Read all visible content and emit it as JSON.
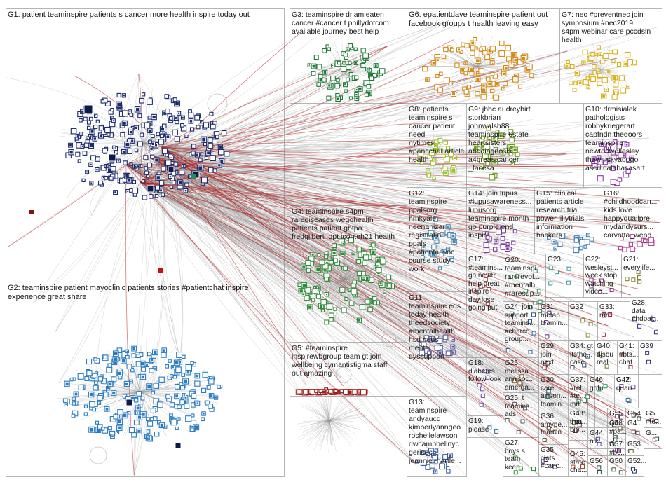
{
  "groups": [
    {
      "id": "G1",
      "label": "G1: patient teaminspire patients s cancer more health inspire today out",
      "color": "#1b2a6b"
    },
    {
      "id": "G2",
      "label": "G2: teaminspire patient mayoclinic patients stories #patientchat inspire\nexperience great share",
      "color": "#2b7bc0"
    },
    {
      "id": "G3",
      "label": "G3: teaminspire drjamieaten\ncancer #cancer t phillydotcom\navailable journey best help",
      "color": "#1f7a3a"
    },
    {
      "id": "G4",
      "label": "G4: teaminspire s4pm\nrarediseases wegohealth\npatients patient gbtpo\nfredgilbert_dpt iconteh21 health",
      "color": "#2e8b3a"
    },
    {
      "id": "G5",
      "label": "G5: #teaminspire\ninspirewbgroup team gt join\nwellbeing cymantistigma staff\nout amazing",
      "color": "#a01c1c"
    },
    {
      "id": "G6",
      "label": "G6: epatientdave teaminspire patient out\nfacebook groups t health leaving easy",
      "color": "#d08a1a"
    },
    {
      "id": "G7",
      "label": "G7: nec #preventnec join\nsymposium #nec2019\ns4pm webinar care pccdsln\nhealth",
      "color": "#d4b11c"
    },
    {
      "id": "G8",
      "label": "G8: patients teaminspire s\ncancer patient need\nnytimes #pancchat article\nhealth",
      "color": "#9cbf2a"
    },
    {
      "id": "G9",
      "label": "G9: jbbc audreybirt\nstorkbrian\njohnwalsh88\nteaminspire 6state\nheartsisters\nabodiagnosis\na4breastcancer\n_facesa",
      "color": "#6a9a1e"
    },
    {
      "id": "G10",
      "label": "G10: drmisialek\npathologists\nrobbykriegerart\ncapfndn thedoors\nteaminspire\nnewtonwellesley\nthewhiskyagogo\nasco calabasasart",
      "color": "#8a3aa8"
    },
    {
      "id": "G11",
      "label": "G11:\nteaminspire eds\ntoday health\ntheedsociety\n#mentalhealth\nhsd #eds\nmental\ndyssupport",
      "color": "#5a5a9a"
    },
    {
      "id": "G12",
      "label": "G12:\nteaminspire\nppalsorg\nhmkyale\nneenanizar\nregistration\nppals\n#patientadvoc...\ncourse study\nwork",
      "color": "#4a8ab0"
    },
    {
      "id": "G13",
      "label": "G13:\nteaminspire\nandyaucd\nkimberlyanngeo\nrochellelawson\ndwcampbellnyc\ngerisoc\njeannie_hartle...",
      "color": "#3a5a9a"
    },
    {
      "id": "G14",
      "label": "G14: join lupus\n#lupusawareness...\nlupusorg\nteaminspire month\ngo purple end\ninspire",
      "color": "#7a3a9a"
    },
    {
      "id": "G15",
      "label": "G15: clinical\npatients article\nresearch trial\npower lillytrials\ninformation\nhackers...",
      "color": "#3a7ab0"
    },
    {
      "id": "G16",
      "label": "G16:\n#childhoodcan...\nkids love\nhappyquailpre...\nmydandysurs...\ncarvotta_wend...",
      "color": "#b03a8a"
    },
    {
      "id": "G17",
      "label": "G17:\n#teamins...\ngo never\nhelp great\ninspire\nday lose\ngoing put",
      "color": "#9a3a3a"
    },
    {
      "id": "G18",
      "label": "G18:\ndiabetes\nfollow look",
      "color": "#6a4aa0"
    },
    {
      "id": "G19",
      "label": "G19:\nplease",
      "color": "#2a6a9a"
    },
    {
      "id": "G20",
      "label": "G20:\nteaminspi...\nrarerevol...\n#mentalh...\n#raresup...",
      "color": "#3a8a5a"
    },
    {
      "id": "G21",
      "label": "G21:\neverylife...",
      "color": "#7a7a2a"
    },
    {
      "id": "G22",
      "label": "G22:\nwesleyst...\nweek stop\nwatching\nvideo...",
      "color": "#8a2a7a"
    },
    {
      "id": "G23",
      "label": "G23",
      "color": "#3a9a9a"
    },
    {
      "id": "G24",
      "label": "G24: join\nsupport\nteamins...\n#charco...\ngroup...",
      "color": "#2a5a8a"
    },
    {
      "id": "G25",
      "label": "G25: t\nteamins...\nads",
      "color": "#5a5a5a"
    },
    {
      "id": "G26",
      "label": "G26:\nmelissa...\nannisoc...\namerga...",
      "color": "#8a5a2a"
    },
    {
      "id": "G27",
      "label": "G27:\nboys s\nteam\nkeep...",
      "color": "#2a8a2a"
    },
    {
      "id": "G28",
      "label": "G28:\ndata\n#hdpal...",
      "color": "#2a2a8a"
    },
    {
      "id": "G29",
      "label": "G29:\njoin\nnext...",
      "color": "#6a2a2a"
    },
    {
      "id": "G30",
      "label": "G30:\ncare\nallison...\nteamin...",
      "color": "#2a6a6a"
    },
    {
      "id": "G31",
      "label": "G31:\nmetap...\nteamin...",
      "color": "#5a2a8a"
    },
    {
      "id": "G32",
      "label": "G32",
      "color": "#8a8a2a"
    },
    {
      "id": "G33",
      "label": "G33:\nrare",
      "color": "#aa2a5a"
    },
    {
      "id": "G34",
      "label": "G34: gt\nitsthe...\ncase...",
      "color": "#2a4a6a"
    },
    {
      "id": "G35",
      "label": "G35:\nclots\n#canc...",
      "color": "#4a2a6a"
    },
    {
      "id": "G36",
      "label": "G36:\namype...\nteamin...",
      "color": "#6a4a2a"
    },
    {
      "id": "G37",
      "label": "G37:\n#rel...\n#te...\nmrl...",
      "color": "#2a7a4a"
    },
    {
      "id": "G38",
      "label": "G38:\ntrea...",
      "color": "#7a2a4a"
    },
    {
      "id": "G39",
      "label": "G39",
      "color": "#3a3a7a"
    },
    {
      "id": "G40",
      "label": "G40:\ndjsbu\nreal...",
      "color": "#5a7a2a"
    },
    {
      "id": "G41",
      "label": "G41:\n#bts...\nchat...",
      "color": "#8a3a3a"
    },
    {
      "id": "G42",
      "label": "G42:\nquan...",
      "color": "#3a6a8a"
    },
    {
      "id": "G43",
      "label": "G43:\ntha...\nbjp...",
      "color": "#6a6a3a"
    },
    {
      "id": "G44",
      "label": "G44:\nnik...",
      "color": "#4a4a9a"
    },
    {
      "id": "G45",
      "label": "G45:\nstate\ncha...",
      "color": "#9a4a2a"
    },
    {
      "id": "G46",
      "label": "G46:\ngofu...",
      "color": "#2a9a6a"
    },
    {
      "id": "G47",
      "label": "G47",
      "color": "#7a4a8a"
    },
    {
      "id": "G48",
      "label": "G4...\n#pa...\n_di...",
      "color": "#4a7a7a"
    },
    {
      "id": "G49",
      "label": "G4...",
      "color": "#5a3a3a"
    },
    {
      "id": "G50",
      "label": "G50",
      "color": "#3a5a3a"
    },
    {
      "id": "G51",
      "label": "G5...\n#te...",
      "color": "#6a3a5a"
    },
    {
      "id": "G52",
      "label": "G52...",
      "color": "#2a3a5a"
    },
    {
      "id": "G53",
      "label": "G53...",
      "color": "#5a5a3a"
    },
    {
      "id": "G54",
      "label": "G54",
      "color": "#3a3a3a"
    },
    {
      "id": "G55",
      "label": "G55",
      "color": "#4a2a4a"
    },
    {
      "id": "G56",
      "label": "G56",
      "color": "#2a4a4a"
    },
    {
      "id": "G57",
      "label": "G57:\n#bc...",
      "color": "#6a2a6a"
    },
    {
      "id": "G58",
      "label": "G58:",
      "color": "#4a4a2a"
    },
    {
      "id": "G59",
      "label": "G...",
      "color": "#3a4a5a"
    }
  ]
}
